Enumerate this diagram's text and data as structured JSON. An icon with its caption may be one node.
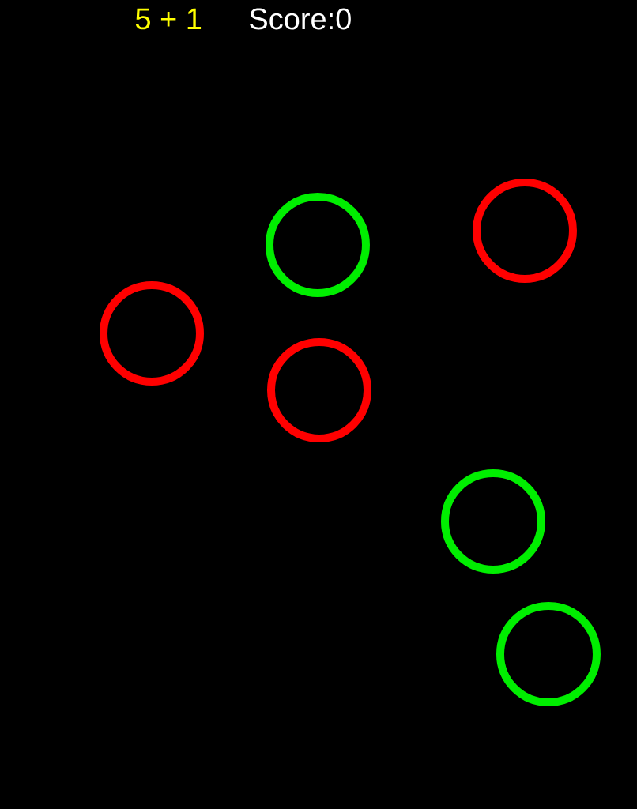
{
  "diagram": {
    "nodes": [
      {
        "text": [],
        "shape": "circle"
      },
      {
        "text": [],
        "shape": "circle"
      },
      {
        "text": [],
        "shape": "circle"
      },
      {
        "text": [],
        "shape": "circle"
      },
      {
        "text": [],
        "shape": "circle"
      },
      {
        "text": [],
        "shape": "circle"
      }
    ],
    "labels": [
      "5 + 1",
      "Score:0"
    ]
  }
}
